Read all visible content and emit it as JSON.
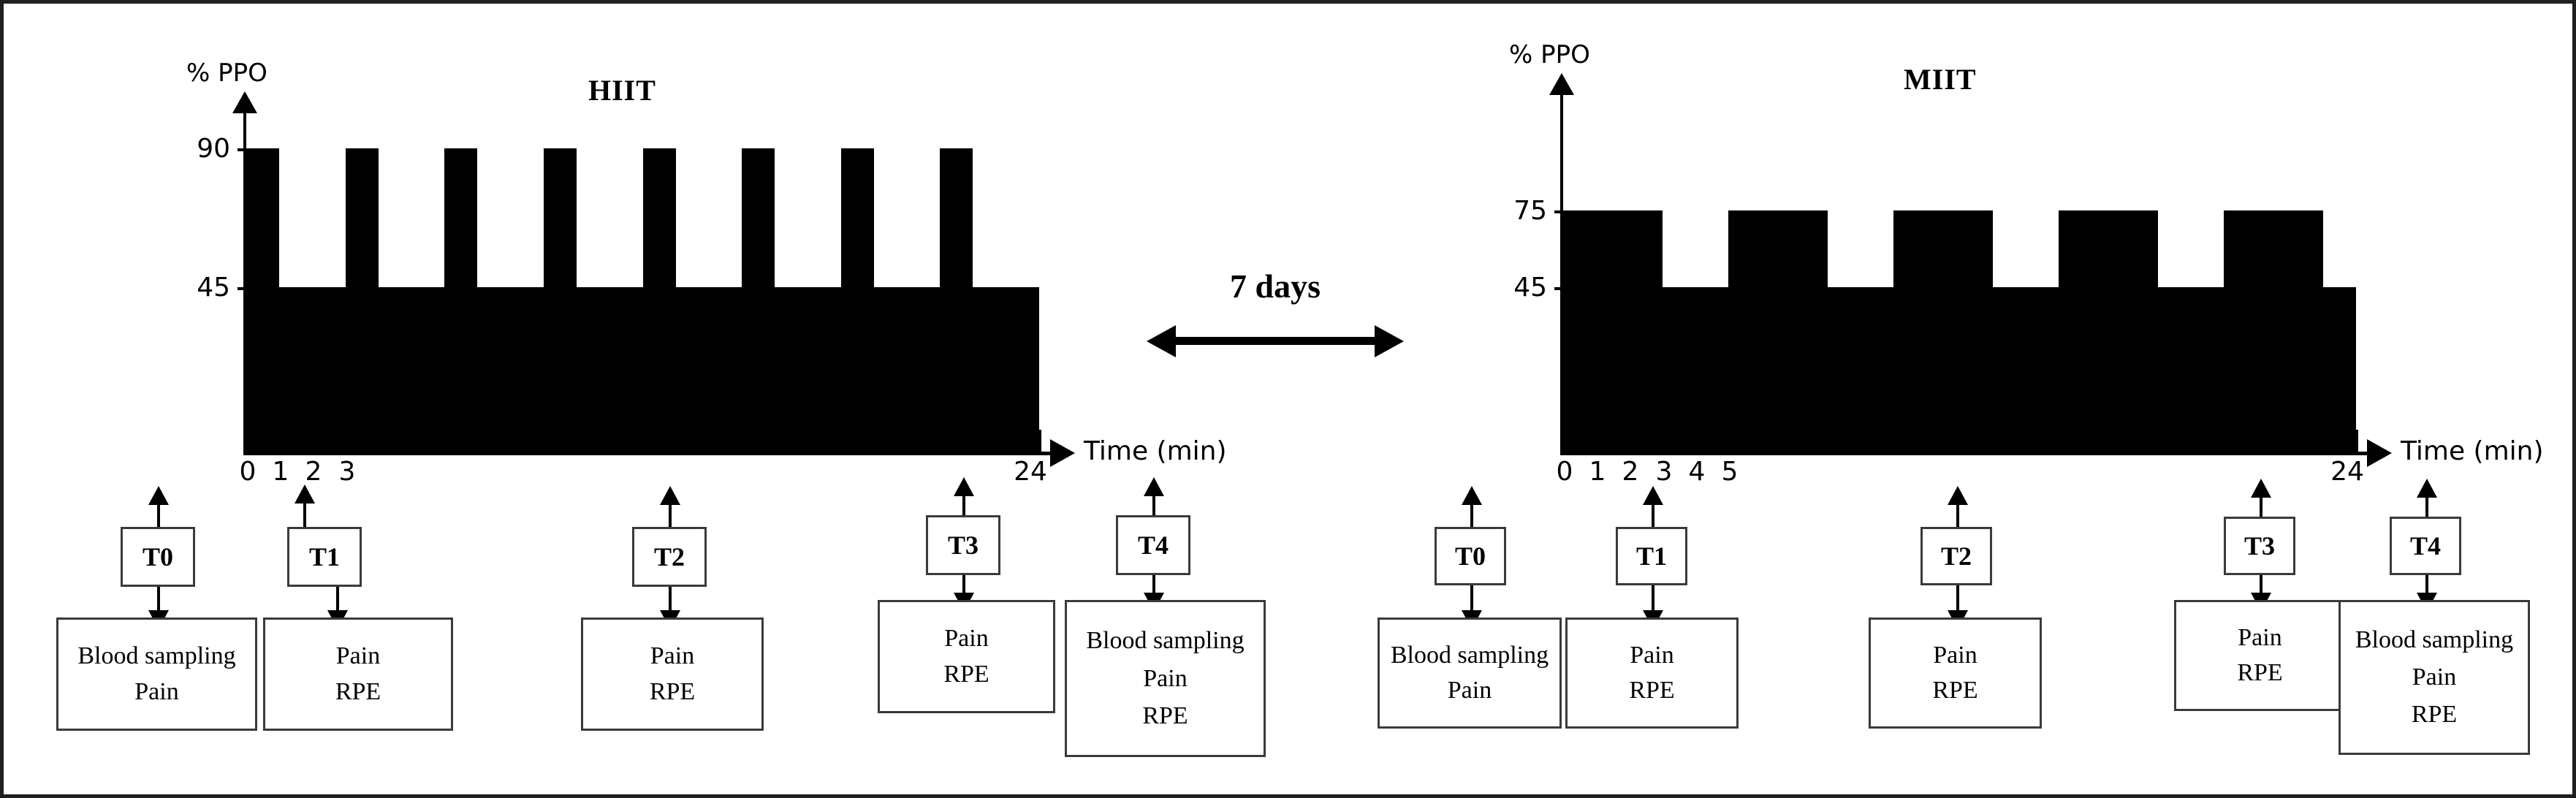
{
  "figure": {
    "interval_label": "7 days"
  },
  "panels": [
    {
      "id": "hiit",
      "title": "HIIT",
      "ylabel": "% PPO",
      "xlabel": "Time (min)",
      "ytick_labels": [
        "90",
        "45"
      ],
      "xtick_labels": [
        "0",
        "1",
        "2",
        "3",
        "24"
      ],
      "timepoints": [
        {
          "label": "T0",
          "measures": [
            "Blood sampling",
            "Pain"
          ]
        },
        {
          "label": "T1",
          "measures": [
            "Pain",
            "RPE"
          ]
        },
        {
          "label": "T2",
          "measures": [
            "Pain",
            "RPE"
          ]
        },
        {
          "label": "T3",
          "measures": [
            "Pain",
            "RPE"
          ]
        },
        {
          "label": "T4",
          "measures": [
            "Blood sampling",
            "Pain",
            "RPE"
          ]
        }
      ]
    },
    {
      "id": "miit",
      "title": "MIIT",
      "ylabel": "% PPO",
      "xlabel": "Time (min)",
      "ytick_labels": [
        "75",
        "45"
      ],
      "xtick_labels": [
        "0",
        "1",
        "2",
        "3",
        "4",
        "5",
        "24"
      ],
      "timepoints": [
        {
          "label": "T0",
          "measures": [
            "Blood sampling",
            "Pain"
          ]
        },
        {
          "label": "T1",
          "measures": [
            "Pain",
            "RPE"
          ]
        },
        {
          "label": "T2",
          "measures": [
            "Pain",
            "RPE"
          ]
        },
        {
          "label": "T3",
          "measures": [
            "Pain",
            "RPE"
          ]
        },
        {
          "label": "T4",
          "measures": [
            "Blood sampling",
            "Pain",
            "RPE"
          ]
        }
      ]
    }
  ],
  "chart_data": [
    {
      "type": "area",
      "title": "HIIT",
      "xlabel": "Time (min)",
      "ylabel": "% PPO",
      "xlim": [
        0,
        24
      ],
      "ylim": [
        0,
        100
      ],
      "xticks": [
        0,
        1,
        2,
        3,
        4,
        5,
        6,
        7,
        8,
        9,
        10,
        11,
        12,
        13,
        14,
        15,
        16,
        17,
        18,
        19,
        20,
        21,
        22,
        23,
        24
      ],
      "xtick_labels_shown": {
        "0": "0",
        "1": "1",
        "2": "2",
        "3": "3",
        "24": "24"
      },
      "yticks": [
        45,
        90
      ],
      "ytick_labels_shown": {
        "90": "90",
        "45": "45"
      },
      "grid": false,
      "legend": "none",
      "description": "8 high-intensity work bouts at 90% PPO (1 min each) alternating with active recovery at 45% PPO (2 min each) over 24 minutes",
      "work_intensity_pct_ppo": 90,
      "recovery_intensity_pct_ppo": 45,
      "n_intervals": 8,
      "work_duration_min": 1,
      "recovery_duration_min": 2,
      "total_duration_min": 24,
      "x": [
        0,
        1,
        1,
        3,
        3,
        4,
        4,
        6,
        6,
        7,
        7,
        9,
        9,
        10,
        10,
        12,
        12,
        13,
        13,
        15,
        15,
        16,
        16,
        18,
        18,
        19,
        19,
        21,
        21,
        22,
        22,
        24
      ],
      "y": [
        90,
        90,
        45,
        45,
        90,
        90,
        45,
        45,
        90,
        90,
        45,
        45,
        90,
        90,
        45,
        45,
        90,
        90,
        45,
        45,
        90,
        90,
        45,
        45,
        90,
        90,
        45,
        45,
        90,
        90,
        45,
        45
      ]
    },
    {
      "type": "area",
      "title": "MIIT",
      "xlabel": "Time (min)",
      "ylabel": "% PPO",
      "xlim": [
        0,
        24
      ],
      "ylim": [
        0,
        100
      ],
      "xticks": [
        0,
        1,
        2,
        3,
        4,
        5,
        6,
        7,
        8,
        9,
        10,
        11,
        12,
        13,
        14,
        15,
        16,
        17,
        18,
        19,
        20,
        21,
        22,
        23,
        24
      ],
      "xtick_labels_shown": {
        "0": "0",
        "1": "1",
        "2": "2",
        "3": "3",
        "4": "4",
        "5": "5",
        "24": "24"
      },
      "yticks": [
        45,
        75
      ],
      "ytick_labels_shown": {
        "75": "75",
        "45": "45"
      },
      "grid": false,
      "legend": "none",
      "description": "5 moderate-intensity work bouts at 75% PPO (3 min each) alternating with active recovery at 45% PPO (2 min each) over 24 minutes",
      "work_intensity_pct_ppo": 75,
      "recovery_intensity_pct_ppo": 45,
      "n_intervals": 5,
      "work_duration_min": 3,
      "recovery_duration_min": 2,
      "total_duration_min": 24,
      "x": [
        0,
        3,
        3,
        5,
        5,
        8,
        8,
        10,
        10,
        13,
        13,
        15,
        15,
        18,
        18,
        20,
        20,
        23,
        23,
        24
      ],
      "y": [
        75,
        75,
        45,
        45,
        75,
        75,
        45,
        45,
        75,
        75,
        45,
        45,
        75,
        75,
        45,
        45,
        75,
        75,
        45,
        45
      ]
    }
  ]
}
